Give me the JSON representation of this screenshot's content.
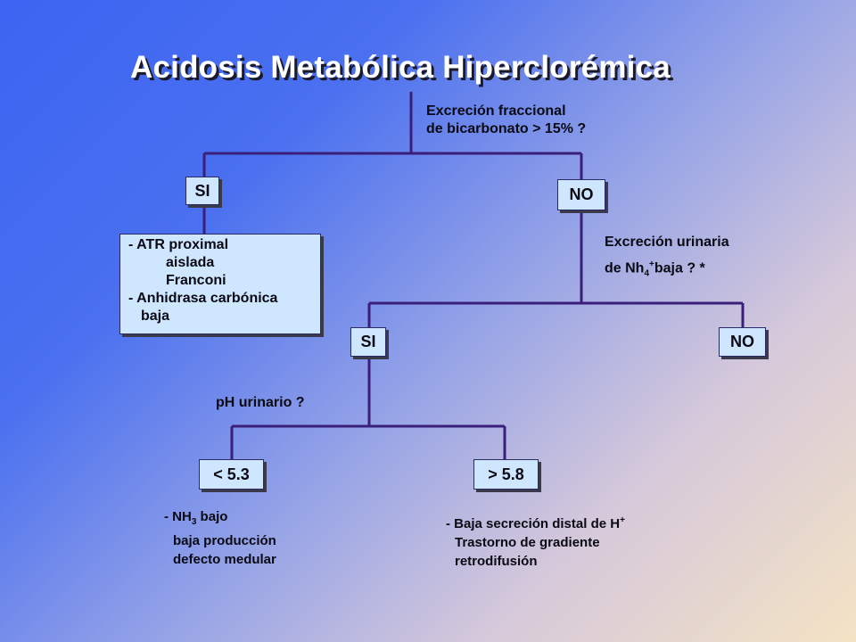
{
  "title": "Acidosis Metabólica Hiperclorémica",
  "q1": {
    "line1": "Excreción fraccional",
    "line2": "de bicarbonato > 15% ?"
  },
  "q2": {
    "line1": "Excreción urinaria",
    "line2_pre": "de Nh",
    "line2_sub": "4",
    "line2_sup": "+",
    "line2_post": "baja ? *"
  },
  "q3": {
    "text": "pH urinario ?"
  },
  "nodes": {
    "si1": "SI",
    "no1": "NO",
    "si2": "SI",
    "no2": "NO",
    "lt": "< 5.3",
    "gt": "> 5.8"
  },
  "atr_box": {
    "line1": "- ATR proximal",
    "line2": "aislada",
    "line3": "Franconi",
    "line4": "- Anhidrasa carbónica",
    "line5": "baja"
  },
  "lt_desc": {
    "line1_pre": "- NH",
    "line1_sub": "3",
    "line1_post": " bajo",
    "line2": "baja producción",
    "line3": "defecto medular"
  },
  "gt_desc": {
    "line1_pre": "- Baja secreción distal de H",
    "line1_sup": "+",
    "line2": "Trastorno de gradiente",
    "line3": "retrodifusión"
  },
  "colors": {
    "connector": "#3a1f7a",
    "box_fill": "#cfe6ff",
    "title": "#ffffff"
  }
}
